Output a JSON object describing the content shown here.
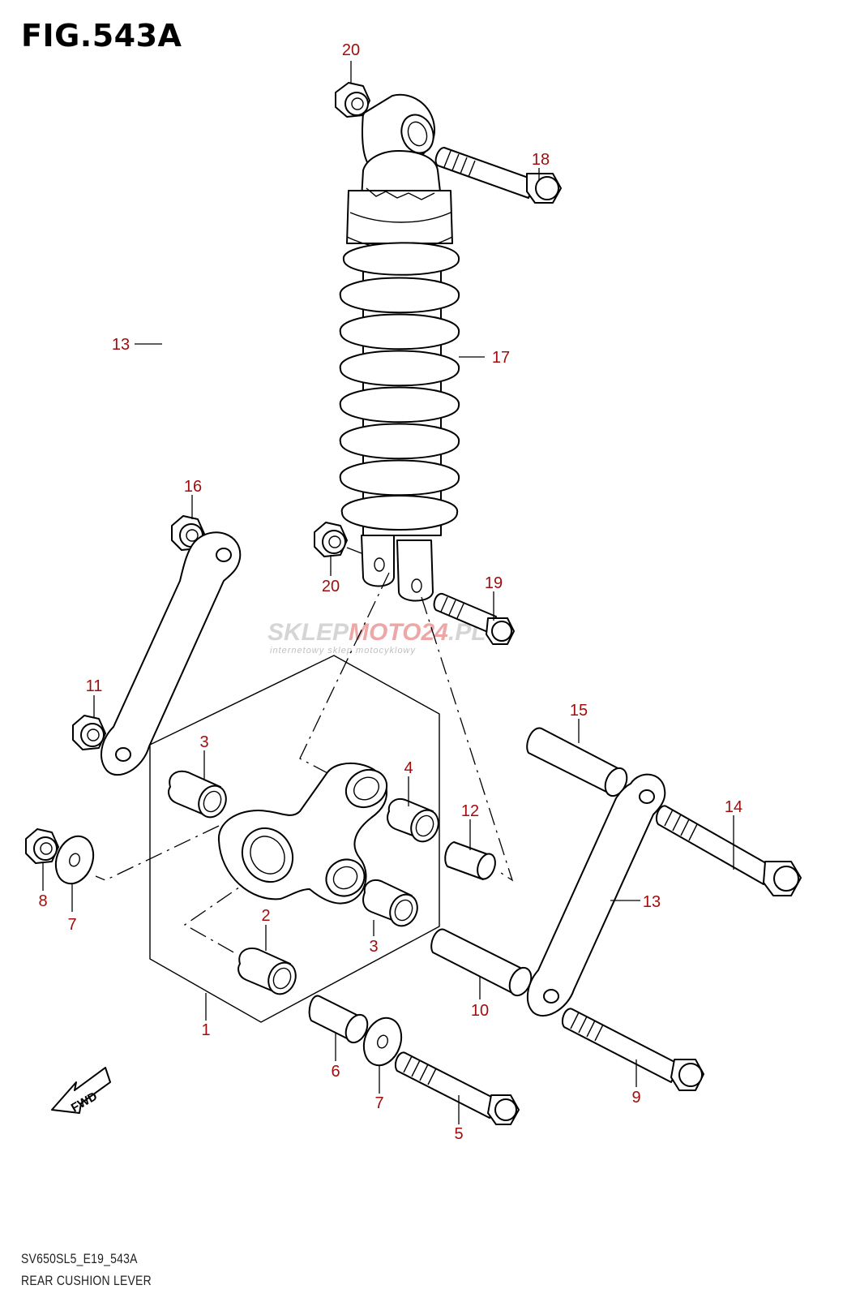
{
  "figure": {
    "title": "FIG.543A",
    "code": "SV650SL5_E19_543A",
    "name": "REAR CUSHION LEVER",
    "fwd_label": "FWD",
    "callout_color": "#a30c0c"
  },
  "watermark": {
    "brand_left": "SKLEP",
    "brand_accent": "MOTO",
    "brand_number": "24",
    "brand_suffix": ".PL",
    "tagline": "internetowy sklep motocyklowy"
  },
  "callouts": [
    {
      "id": "c20a",
      "label": "20"
    },
    {
      "id": "c18",
      "label": "18"
    },
    {
      "id": "c17",
      "label": "17"
    },
    {
      "id": "c16",
      "label": "16"
    },
    {
      "id": "c20b",
      "label": "20"
    },
    {
      "id": "c19",
      "label": "19"
    },
    {
      "id": "c13a",
      "label": "13"
    },
    {
      "id": "c11",
      "label": "11"
    },
    {
      "id": "c15",
      "label": "15"
    },
    {
      "id": "c3a",
      "label": "3"
    },
    {
      "id": "c4",
      "label": "4"
    },
    {
      "id": "c12",
      "label": "12"
    },
    {
      "id": "c14",
      "label": "14"
    },
    {
      "id": "c8",
      "label": "8"
    },
    {
      "id": "c7a",
      "label": "7"
    },
    {
      "id": "c13b",
      "label": "13"
    },
    {
      "id": "c2",
      "label": "2"
    },
    {
      "id": "c3b",
      "label": "3"
    },
    {
      "id": "c10",
      "label": "10"
    },
    {
      "id": "c1",
      "label": "1"
    },
    {
      "id": "c6",
      "label": "6"
    },
    {
      "id": "c7b",
      "label": "7"
    },
    {
      "id": "c9",
      "label": "9"
    },
    {
      "id": "c5",
      "label": "5"
    }
  ]
}
